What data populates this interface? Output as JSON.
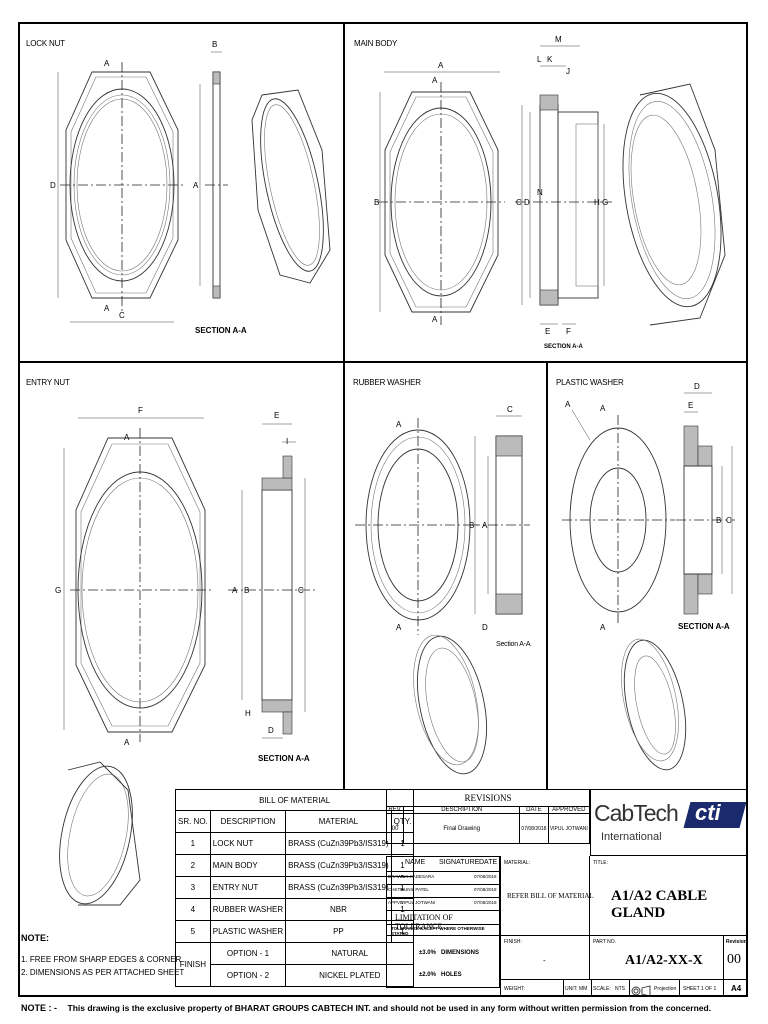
{
  "panels": {
    "lock_nut": {
      "title": "LOCK NUT",
      "section": "SECTION A-A"
    },
    "main_body": {
      "title": "MAIN BODY",
      "section": "SECTION A-A"
    },
    "entry_nut": {
      "title": "ENTRY NUT",
      "section": "SECTION A-A"
    },
    "rubber_washer": {
      "title": "RUBBER WASHER",
      "section": "Section A-A"
    },
    "plastic_washer": {
      "title": "PLASTIC WASHER",
      "section": "SECTION A-A"
    }
  },
  "dims": {
    "A": "A",
    "B": "B",
    "C": "C",
    "D": "D",
    "E": "E",
    "F": "F",
    "G": "G",
    "H": "H",
    "I": "I",
    "J": "J",
    "K": "K",
    "L": "L",
    "M": "M",
    "N": "N"
  },
  "bom": {
    "title": "BILL OF MATERIAL",
    "headers": [
      "SR. NO.",
      "DESCRIPTION",
      "MATERIAL",
      "QTY."
    ],
    "rows": [
      [
        "1",
        "LOCK NUT",
        "BRASS (CuZn39Pb3/IS319)",
        "1"
      ],
      [
        "2",
        "MAIN BODY",
        "BRASS (CuZn39Pb3/IS319)",
        "1"
      ],
      [
        "3",
        "ENTRY NUT",
        "BRASS (CuZn39Pb3/IS319)",
        "1"
      ],
      [
        "4",
        "RUBBER WASHER",
        "NBR",
        "1"
      ],
      [
        "5",
        "PLASTIC WASHER",
        "PP",
        "1"
      ]
    ],
    "finish_label": "FINISH",
    "options": [
      [
        "OPTION - 1",
        "NATURAL"
      ],
      [
        "OPTION - 2",
        "NICKEL PLATED"
      ]
    ]
  },
  "revisions": {
    "title": "REVISIONS",
    "headers": [
      "REV.",
      "DESCRIPTION",
      "DATE",
      "APPROVED"
    ],
    "row": [
      "00",
      "Final Drawing",
      "07/08/2018",
      "VIPUL JOTWANI"
    ],
    "sign_headers": [
      "NAME",
      "SIGNATURE",
      "DATE"
    ],
    "signs": [
      [
        "DRAWN",
        "R.K.KADESARA",
        "07/08/2018"
      ],
      [
        "CHKTD",
        "SUNIL PATEL",
        "07/08/2018"
      ],
      [
        "APPVD",
        "VIPUL JOTWANI",
        "07/08/2018"
      ]
    ],
    "limitation": "LIMITATION OF TOLERANCE",
    "tolerance_note": "TOLERANCE EXCEPT WHERE OTHERWISE STATED",
    "tolerances": [
      [
        "±3.0%",
        "DIMENSIONS"
      ],
      [
        "±2.0%",
        "HOLES"
      ]
    ]
  },
  "title_block": {
    "logo_left": "CabTech",
    "logo_sub": "International",
    "logo_right": "cti",
    "material_label": "MATERIAL:",
    "material_value": "REFER BILL OF MATERIAL",
    "title_label": "TITLE:",
    "title_value": "A1/A2 CABLE GLAND",
    "finish_label": "FINISH:",
    "finish_value": "-",
    "part_label": "PART NO.",
    "part_value": "A1/A2-XX-X",
    "revision_label": "Revision",
    "revision_value": "00",
    "weight_label": "WEIGHT:",
    "unit_label": "UNIT:",
    "unit_value": "MM",
    "scale_label": "SCALE:",
    "scale_value": "NTS",
    "projection_label": "Projection",
    "sheet_label": "SHEET 1 OF 1",
    "size_label": "A4"
  },
  "notes": {
    "title": "NOTE:",
    "items": [
      "1.   FREE FROM SHARP EDGES & CORNER",
      "2.   DIMENSIONS AS PER ATTACHED SHEET"
    ]
  },
  "footer": {
    "prefix": "NOTE : -",
    "text": "This drawing is the exclusive property of BHARAT GROUPS CABTECH INT. and should not be used in any form without written permission from the concerned."
  }
}
